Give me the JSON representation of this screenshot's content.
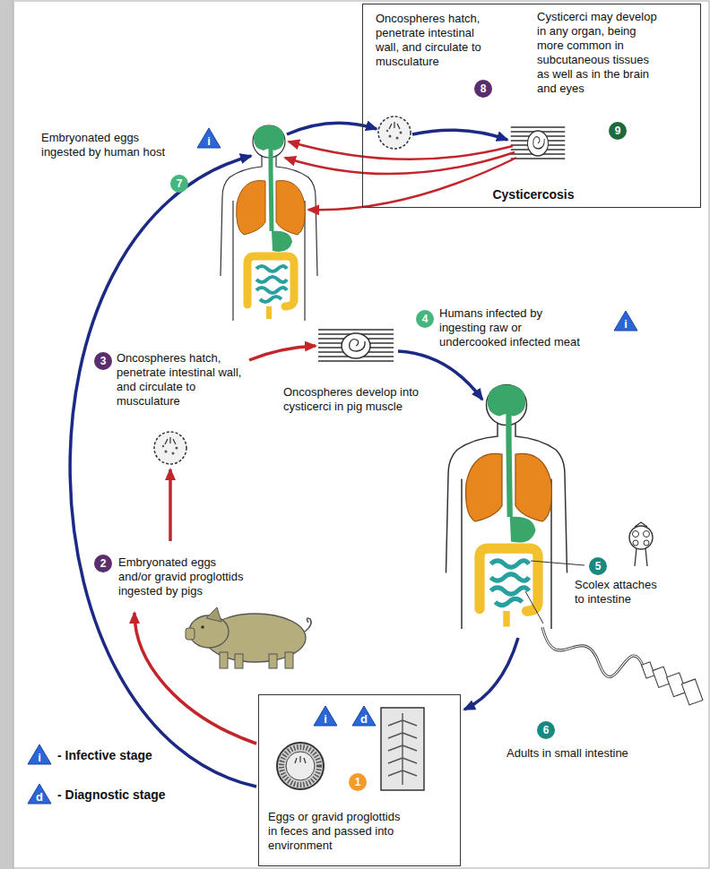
{
  "diagram": {
    "nodes": [
      {
        "text": [
          "Oncospheres hatch, penetrate intestinal wall, and circulate to musculature",
          "Cysticerci may develop in any organ, being more common in subcutaneous tissues as well as in the brain and eyes",
          "Cysticercosis"
        ]
      },
      {
        "text": [
          "8"
        ],
        "in": 0
      },
      {
        "text": [
          "9"
        ],
        "in": 0
      },
      {
        "text": [
          "i"
        ]
      },
      {
        "text": [
          "7"
        ]
      },
      {
        "text": [
          "3"
        ]
      },
      {
        "text": [
          "4"
        ]
      },
      {
        "text": [
          "i"
        ]
      },
      {
        "text": [
          "2"
        ]
      },
      {
        "text": [
          "5"
        ]
      },
      {
        "text": [
          "6"
        ]
      },
      {
        "text": [
          "Eggs or gravid proglottids in feces and passed into environment"
        ]
      },
      {
        "text": [
          "i"
        ],
        "in": 11
      },
      {
        "text": [
          "d"
        ],
        "in": 11
      },
      {
        "text": [
          "1"
        ],
        "in": 11
      },
      {
        "text": [
          "i"
        ]
      },
      {
        "text": [
          "d"
        ]
      }
    ],
    "labels": [
      "Embryonated eggs ingested by human host",
      "Oncospheres hatch, penetrate intestinal wall, and circulate to musculature",
      "Humans infected by ingesting raw or undercooked infected meat",
      "Oncospheres develop into cysticerci in pig muscle",
      "Embryonated eggs and/or gravid proglottids ingested by pigs",
      "Scolex attaches to intestine",
      "Adults in small intestine"
    ],
    "legend": [
      {
        "text": "- Infective stage"
      },
      {
        "text": "- Diagnostic stage"
      }
    ]
  }
}
